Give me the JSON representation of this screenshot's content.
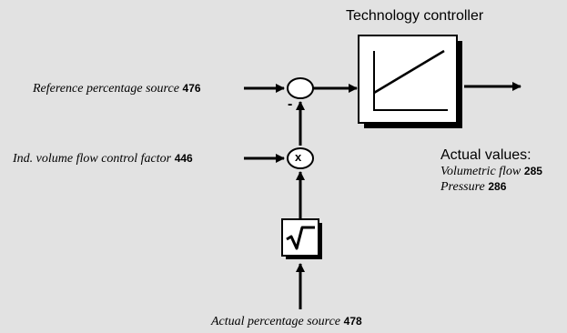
{
  "title": "Technology controller",
  "inputs": {
    "reference": {
      "label": "Reference percentage source",
      "param": "476"
    },
    "factor": {
      "label": "Ind. volume flow control factor",
      "param": "446"
    },
    "actual": {
      "label": "Actual percentage source",
      "param": "478"
    }
  },
  "junctions": {
    "multiply_symbol": "x",
    "subtract_sign": "-"
  },
  "actual_values": {
    "heading": "Actual values:",
    "items": [
      {
        "label": "Volumetric flow",
        "param": "285"
      },
      {
        "label": "Pressure",
        "param": "286"
      }
    ]
  }
}
